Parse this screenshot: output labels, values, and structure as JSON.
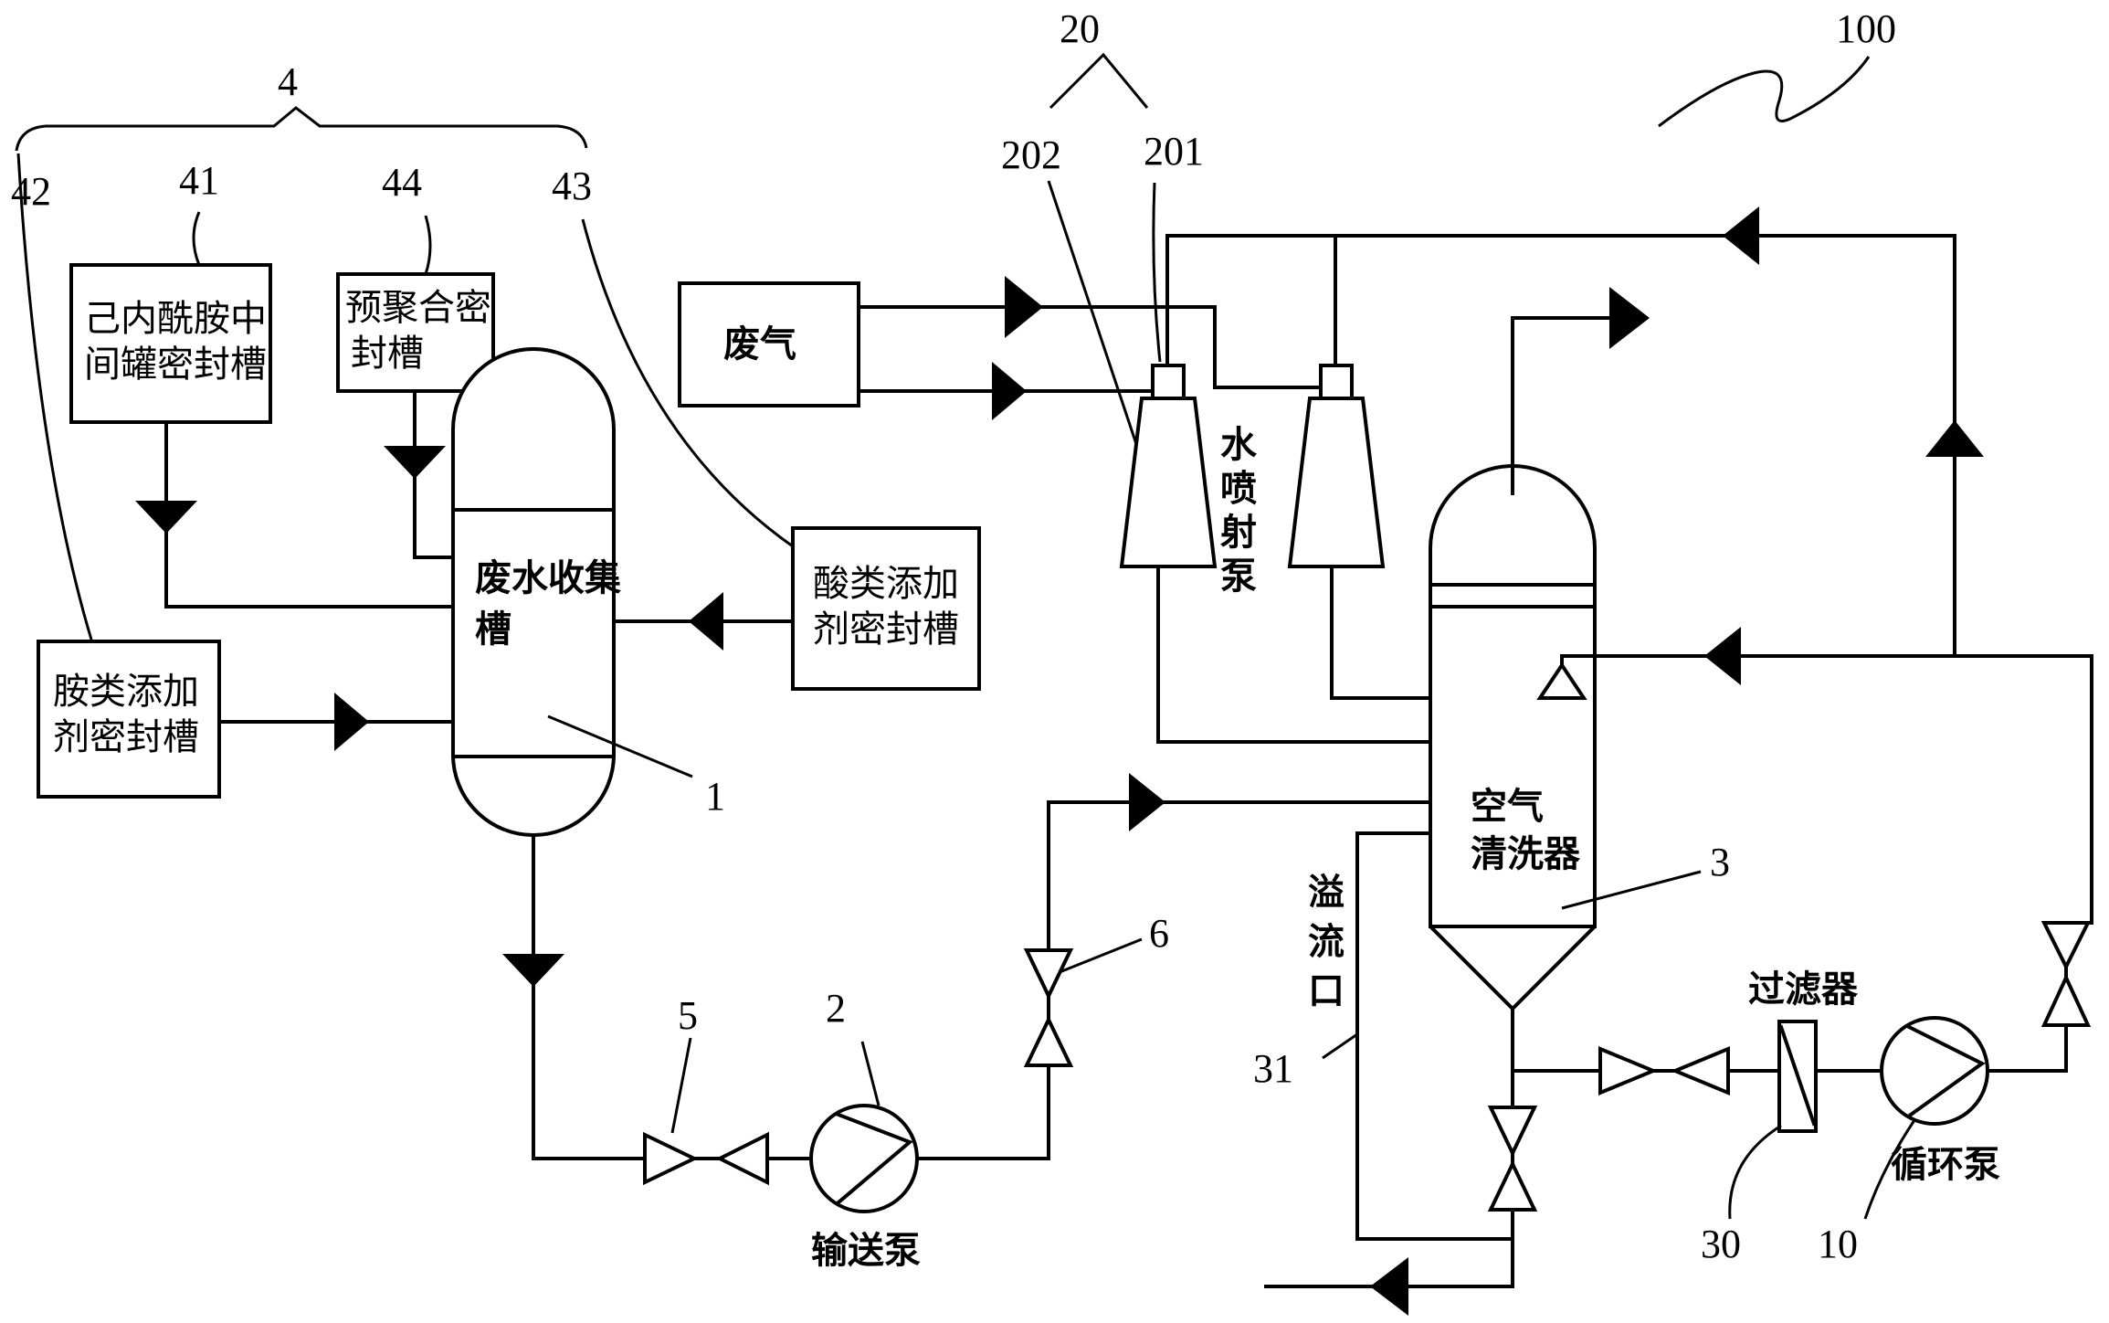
{
  "labels": {
    "system_ref": "100",
    "group4_ref": "4",
    "group20_ref": "20",
    "ref_41": "41",
    "ref_42": "42",
    "ref_43": "43",
    "ref_44": "44",
    "ref_201": "201",
    "ref_202": "202",
    "ref_1": "1",
    "ref_2": "2",
    "ref_3": "3",
    "ref_5": "5",
    "ref_6": "6",
    "ref_10": "10",
    "ref_30": "30",
    "ref_31": "31"
  },
  "components": {
    "caprolactam_tank": [
      "己内酰胺中",
      "间罐密封槽"
    ],
    "prepolymer_tank": [
      "预聚合密",
      "封槽"
    ],
    "amine_tank": [
      "胺类添加",
      "剂密封槽"
    ],
    "acid_tank": [
      "酸类添加",
      "剂密封槽"
    ],
    "wastewater_tank": [
      "废水收集",
      "槽"
    ],
    "waste_gas": "废气",
    "water_jet_pump": [
      "水",
      "喷",
      "射",
      "泵"
    ],
    "air_scrubber": [
      "空气",
      "清洗器"
    ],
    "overflow": [
      "溢",
      "流",
      "口"
    ],
    "transfer_pump": "输送泵",
    "filter": "过滤器",
    "circulation_pump": "循环泵"
  }
}
